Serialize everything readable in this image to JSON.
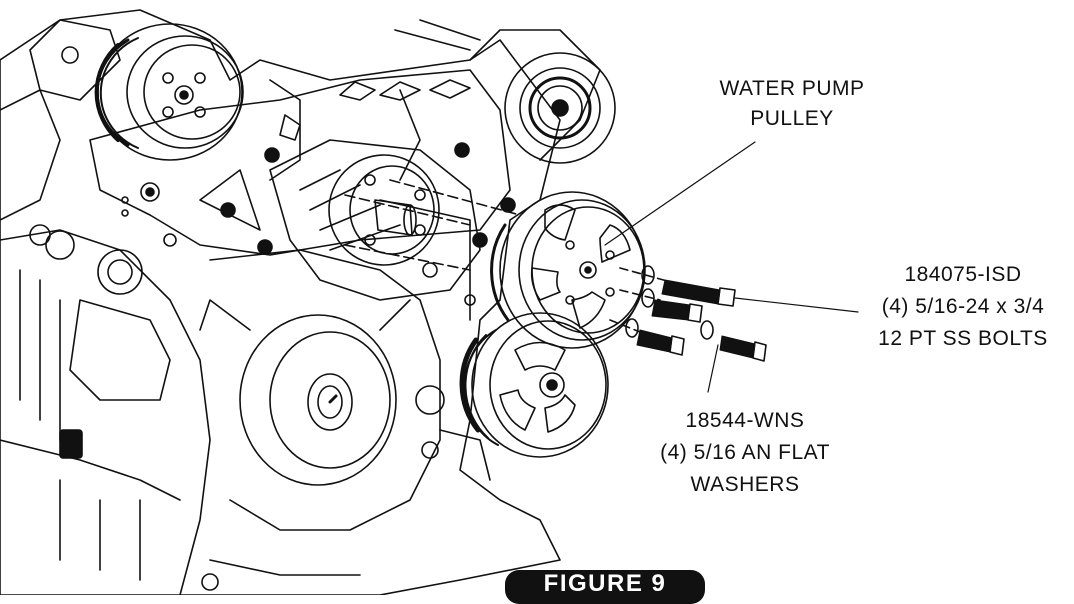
{
  "callouts": {
    "water_pump_pulley": {
      "line1": "WATER PUMP",
      "line2": "PULLEY"
    },
    "bolts": {
      "part_number": "184075-ISD",
      "line2": "(4) 5/16-24 x 3/4",
      "line3": "12 PT SS BOLTS"
    },
    "washers": {
      "part_number": "18544-WNS",
      "line2": "(4) 5/16 AN FLAT",
      "line3": "WASHERS"
    }
  },
  "figure": {
    "label": "FIGURE 9"
  },
  "colors": {
    "ink": "#111111",
    "paper": "#ffffff"
  }
}
